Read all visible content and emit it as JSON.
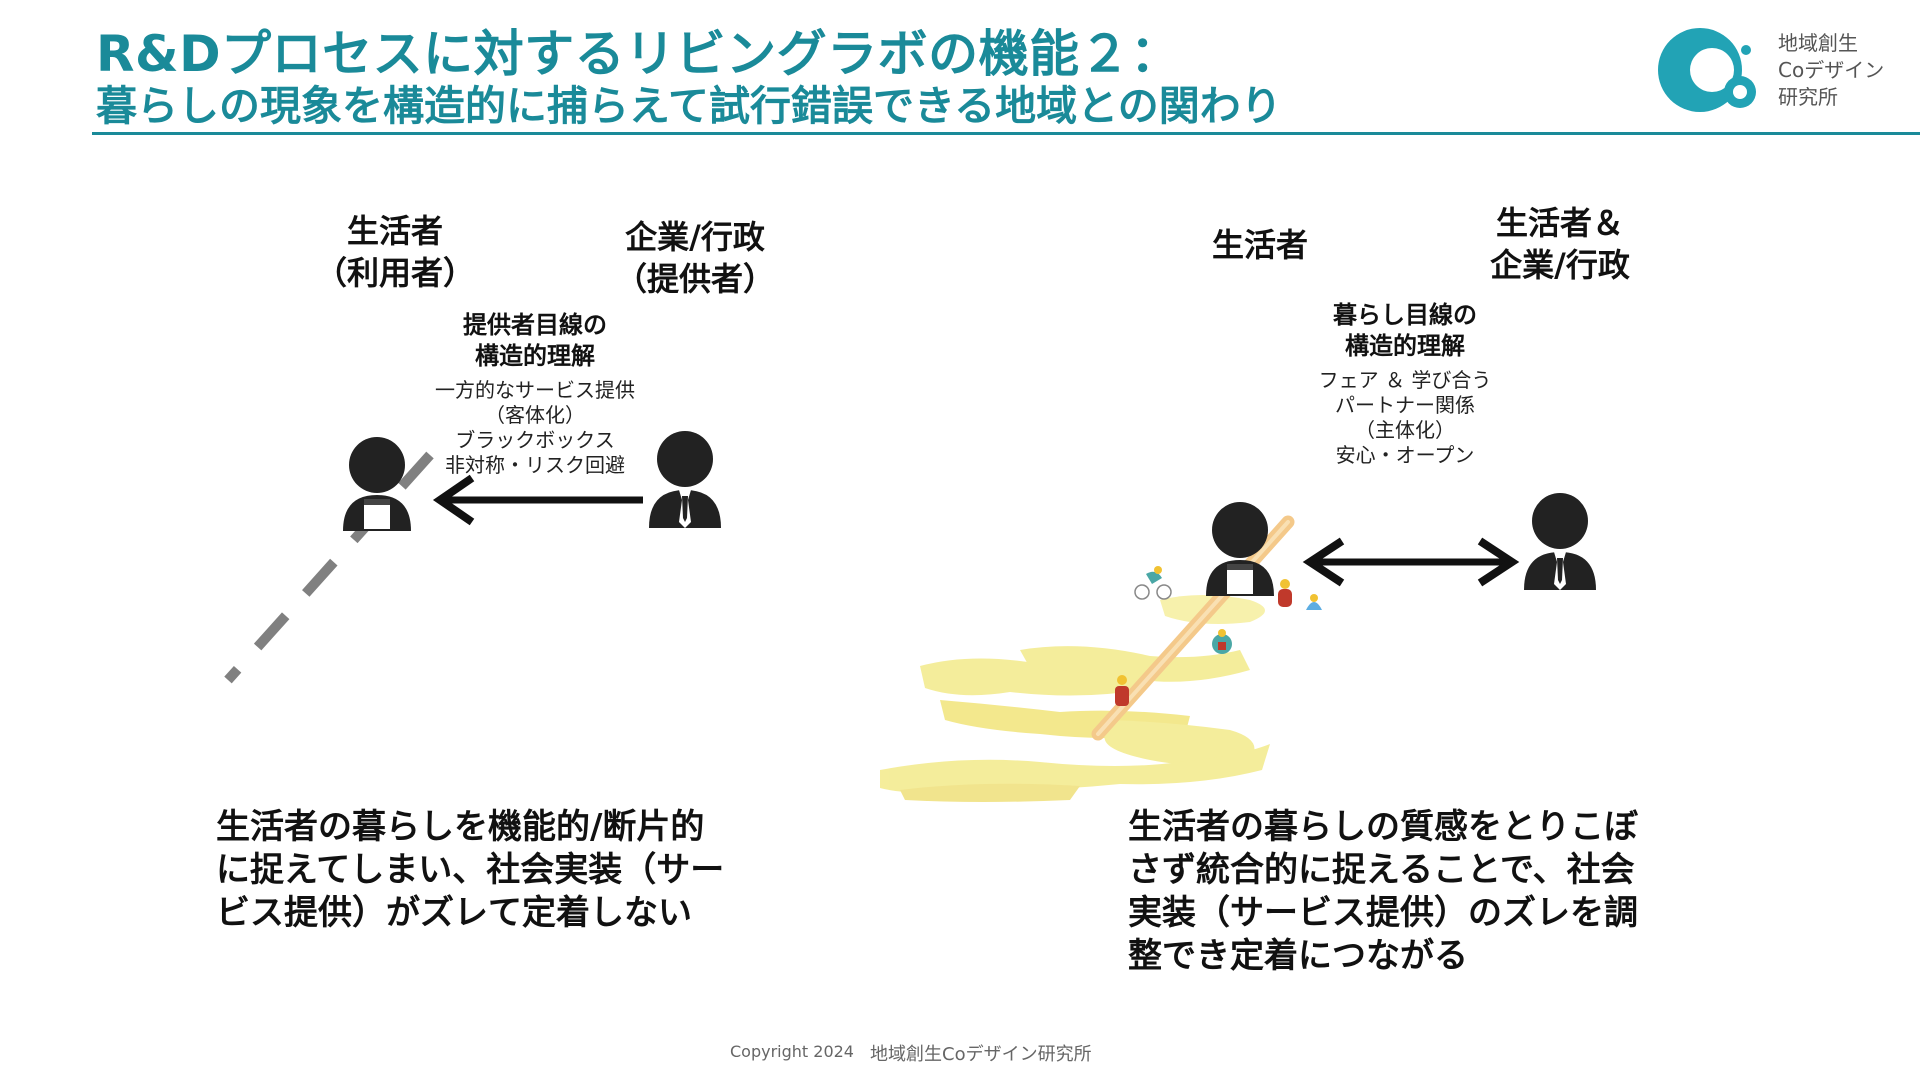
{
  "slide": {
    "title_line1": "R&Dプロセスに対するリビングラボの機能２：",
    "title_line2": "暮らしの現象を構造的に捕らえて試行錯誤できる地域との関わり"
  },
  "logo": {
    "line1": "地域創生",
    "line2": "Coデザイン",
    "line3": "研究所",
    "color": "#22a3b5"
  },
  "left_panel": {
    "actor_left": {
      "line1": "生活者",
      "line2": "（利用者）"
    },
    "actor_right": {
      "line1": "企業/行政",
      "line2": "（提供者）"
    },
    "heading_line1": "提供者目線の",
    "heading_line2": "構造的理解",
    "notes": [
      "一方的なサービス提供",
      "（客体化）",
      "ブラックボックス",
      "非対称・リスク回避"
    ],
    "arrow_icon": "arrow-left-icon",
    "caption": [
      "生活者の暮らしを機能的/断片的",
      "に捉えてしまい、社会実装（サー",
      "ビス提供）がズレて定着しない"
    ]
  },
  "right_panel": {
    "actor_left": "生活者",
    "actor_right": {
      "line1": "生活者＆",
      "line2": "企業/行政"
    },
    "heading_line1": "暮らし目線の",
    "heading_line2": "構造的理解",
    "notes": [
      "フェア ＆ 学び合う",
      "パートナー関係",
      "（主体化）",
      "安心・オープン"
    ],
    "arrow_icon": "double-arrow-icon",
    "caption": [
      "生活者の暮らしの質感をとりこぼ",
      "さず統合的に捉えることで、社会",
      "実装（サービス提供）のズレを調",
      "整でき定着につながる"
    ]
  },
  "footer": {
    "copyright": "Copyright 2024",
    "org": "地域創生Coデザイン研究所"
  },
  "colors": {
    "accent": "#1a8a99",
    "person": "#222222",
    "landscape_yellow": "#f3ea8a",
    "road": "#f4c98a"
  }
}
